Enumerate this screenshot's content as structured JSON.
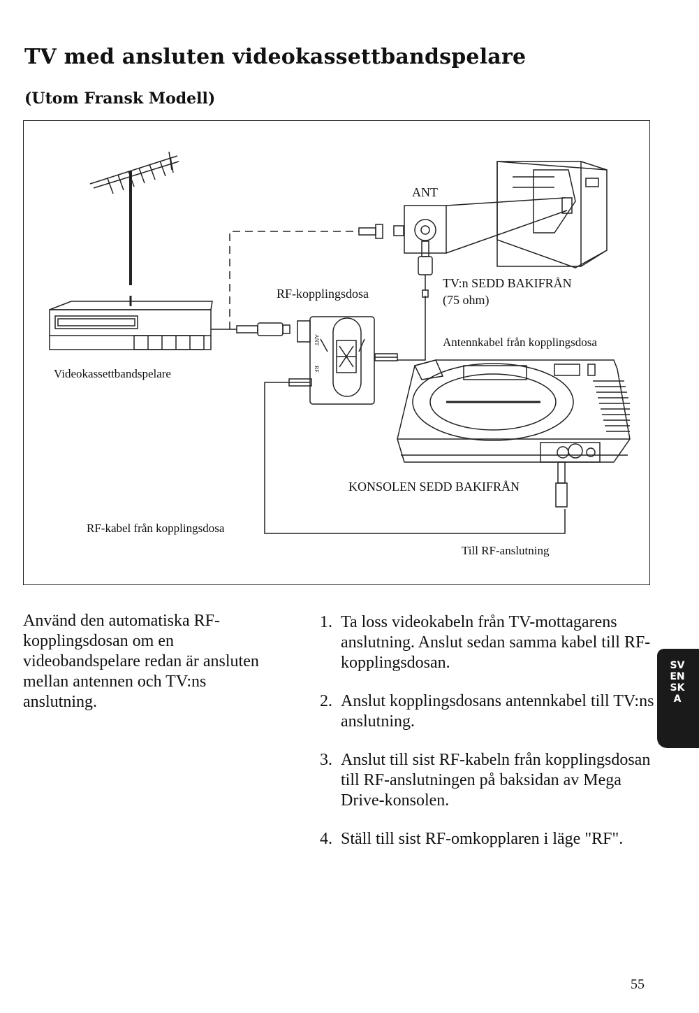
{
  "title": "TV med ansluten videokassettbandspelare",
  "subtitle": "(Utom Fransk Modell)",
  "diagram": {
    "ant_label": "ANT",
    "rf_box_label": "RF-kopplingsdosa",
    "tv_label": "TV:n SEDD BAKIFRÅN",
    "tv_ohm": "(75 ohm)",
    "antenna_cable_label": "Antennkabel från kopplingsdosa",
    "vcr_label": "Videokassettbandspelare",
    "console_label": "KONSOLEN SEDD BAKIFRÅN",
    "rf_cable_label": "RF-kabel från kopplingsdosa",
    "rf_connection_label": "Till RF-anslutning",
    "switch_ant": "ANT",
    "switch_rf": "RF"
  },
  "intro": "Använd den automatiska RF-kopplingsdosan om en videobandspelare redan är ansluten mellan antennen och TV:ns anslutning.",
  "steps": [
    {
      "num": "1.",
      "text": "Ta loss videokabeln från TV-mottagarens anslutning. Anslut sedan samma kabel till RF-kopplingsdosan."
    },
    {
      "num": "2.",
      "text": "Anslut kopplingsdosans antennkabel till TV:ns anslutning."
    },
    {
      "num": "3.",
      "text": "Anslut till sist RF-kabeln från kopplingsdosan till RF-anslutningen på baksidan av Mega Drive-konsolen."
    },
    {
      "num": "4.",
      "text": "Ställ till sist RF-omkopplaren i läge \"RF\"."
    }
  ],
  "side_tab": "SVENSKA",
  "page_number": "55"
}
